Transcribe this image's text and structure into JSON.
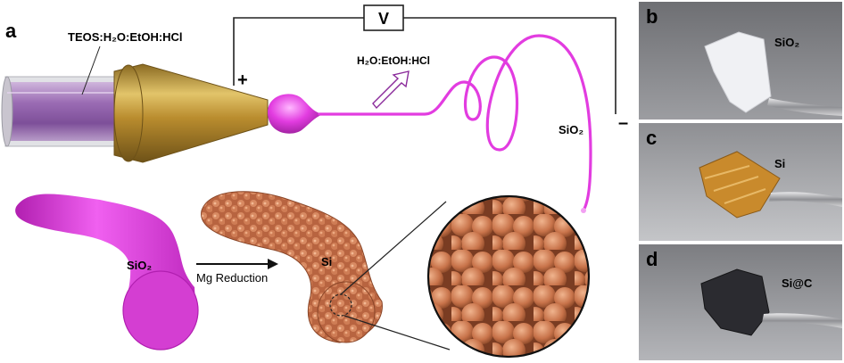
{
  "panel_a": {
    "letter": "a",
    "voltage_label": "V",
    "plus_sign": "+",
    "minus_sign": "–",
    "precursor_label": "TEOS:H₂O:EtOH:HCl",
    "evaporation_label": "H₂O:EtOH:HCl",
    "fiber_label": "SiO₂",
    "tube_label": "SiO₂",
    "reduction_label": "Mg Reduction",
    "porous_label": "Si"
  },
  "photos": [
    {
      "letter": "b",
      "label": "SiO₂",
      "sample_color": "#f0f1f4"
    },
    {
      "letter": "c",
      "label": "Si",
      "sample_color": "#c98a2c"
    },
    {
      "letter": "d",
      "label": "Si@C",
      "sample_color": "#2b2b30"
    }
  ],
  "colors": {
    "magenta": "#e23ce0",
    "gold": "#c9a24a",
    "syringe": "#9a6fb0",
    "copper": "#c8734a"
  }
}
